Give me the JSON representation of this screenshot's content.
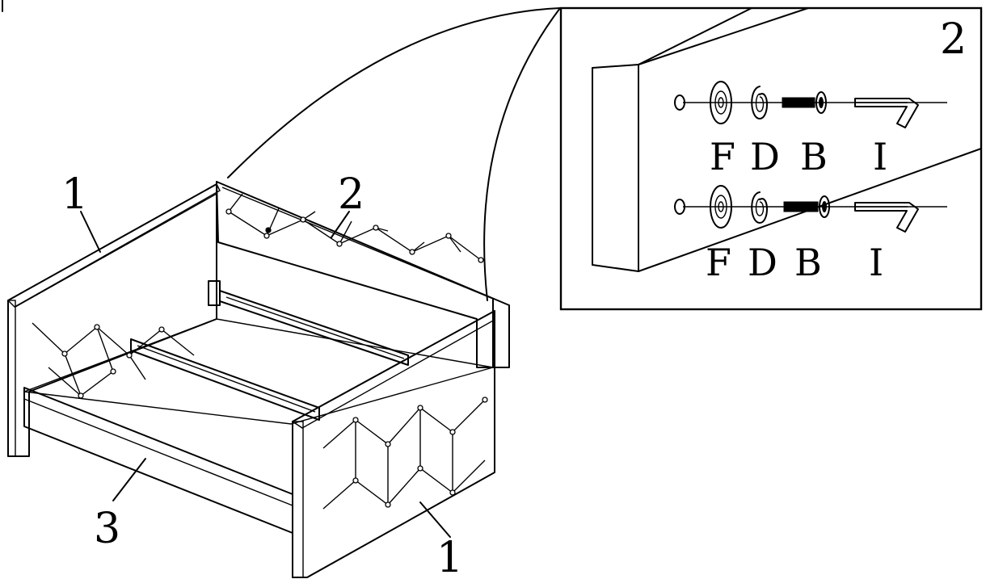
{
  "callouts": {
    "arm_left": "1",
    "back": "2",
    "front_rail": "3",
    "arm_right": "1"
  },
  "detail": {
    "step_number": "2",
    "row1": [
      "F",
      "D",
      "B",
      "I"
    ],
    "row2": [
      "F",
      "D",
      "B",
      "I"
    ]
  }
}
